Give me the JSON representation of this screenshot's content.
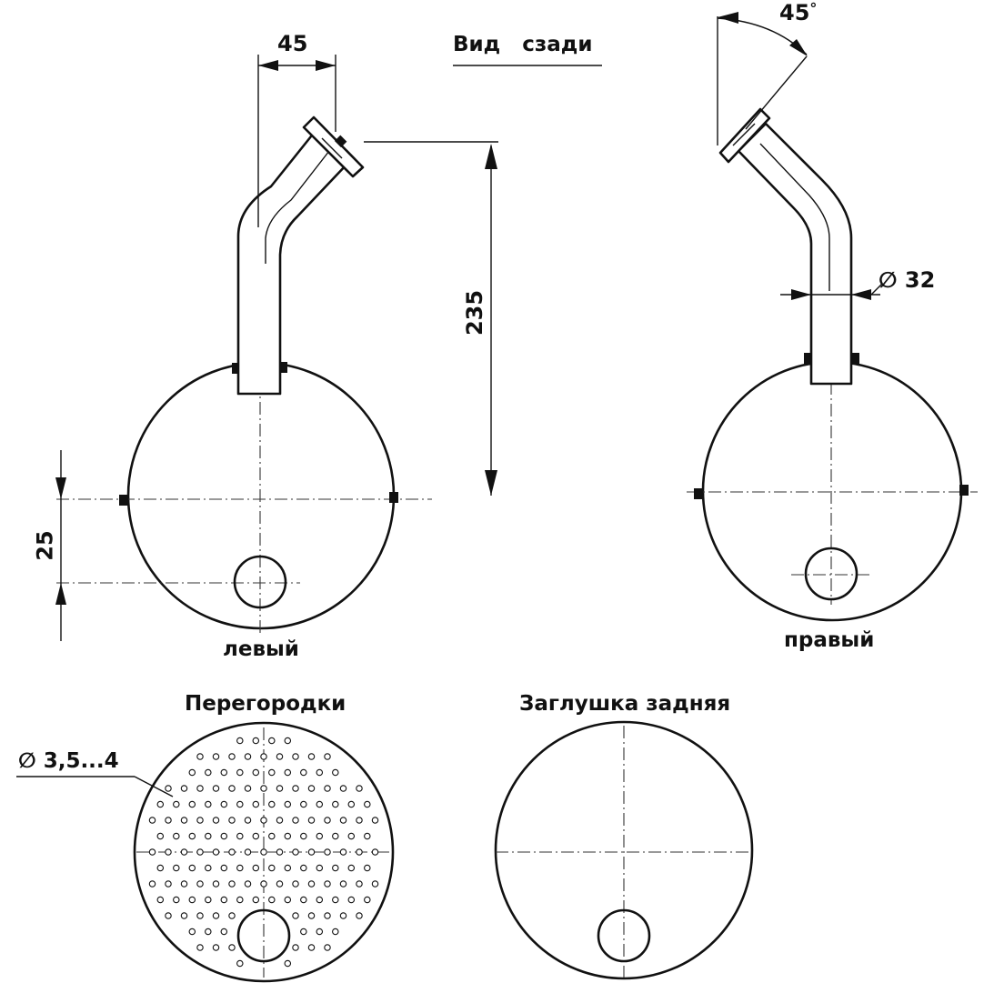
{
  "labels": {
    "rear_view": "Вид   сзади",
    "left": "левый",
    "right": "правый",
    "baffles": "Перегородки",
    "rear_cap": "Заглушка задняя"
  },
  "dimensions": {
    "offset": "45",
    "height": "235",
    "offset_bottom": "25",
    "angle": "45",
    "angle_unit": "°",
    "pipe_diameter": "∅ 32",
    "hole_diameter": "∅ 3,5...4"
  }
}
